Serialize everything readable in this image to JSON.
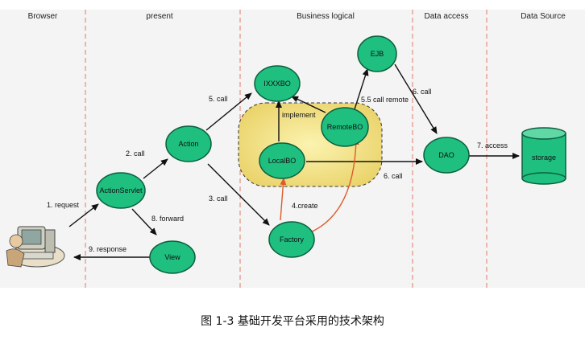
{
  "lanes": [
    "Browser",
    "present",
    "Business logical",
    "Data access",
    "Data Source"
  ],
  "nodes": {
    "action_servlet": "ActionServlet",
    "action": "Action",
    "view": "View",
    "ixxxbo": "IXXXBO",
    "local_bo": "LocalBO",
    "remote_bo": "RemoteBO",
    "factory": "Factory",
    "ejb": "EJB",
    "dao": "DAO",
    "storage": "storage"
  },
  "edges": {
    "request": "1. request",
    "call_2": "2. call",
    "call_3": "3. call",
    "create": "4.create",
    "call_5": "5. call",
    "call_remote": "5.5 call remote",
    "call_6a": "6. call",
    "call_6b": "6. call",
    "access": "7. access",
    "forward": "8. forward",
    "response": "9. response",
    "implement": "implement"
  },
  "caption": "图 1-3 基础开发平台采用的技术架构",
  "colors": {
    "node_fill": "#1fbf7f",
    "node_stroke": "#0b5f3e",
    "highlight_fill": "#f2e38a",
    "background_band": "#f3f3f3",
    "lane_divider": "#e07a6a",
    "create_arrow": "#e05a2a"
  }
}
